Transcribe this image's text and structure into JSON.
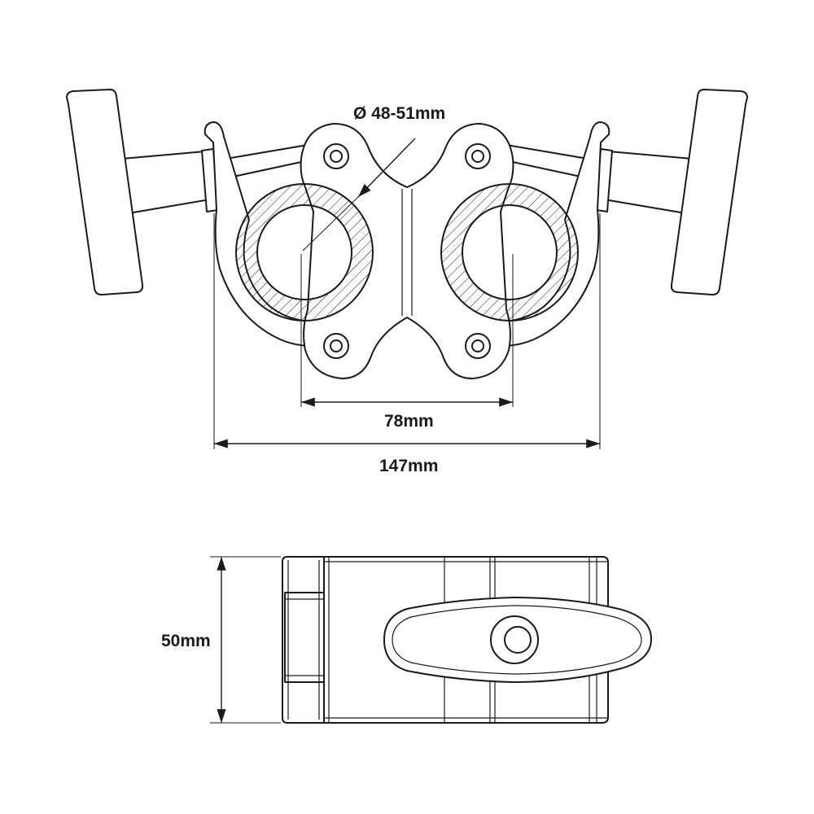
{
  "dimensions": {
    "diameter_label": "Ø 48-51mm",
    "center_distance_label": "78mm",
    "overall_width_label": "147mm",
    "height_label": "50mm"
  },
  "colors": {
    "line": "#1a1a1a",
    "background": "#ffffff"
  }
}
